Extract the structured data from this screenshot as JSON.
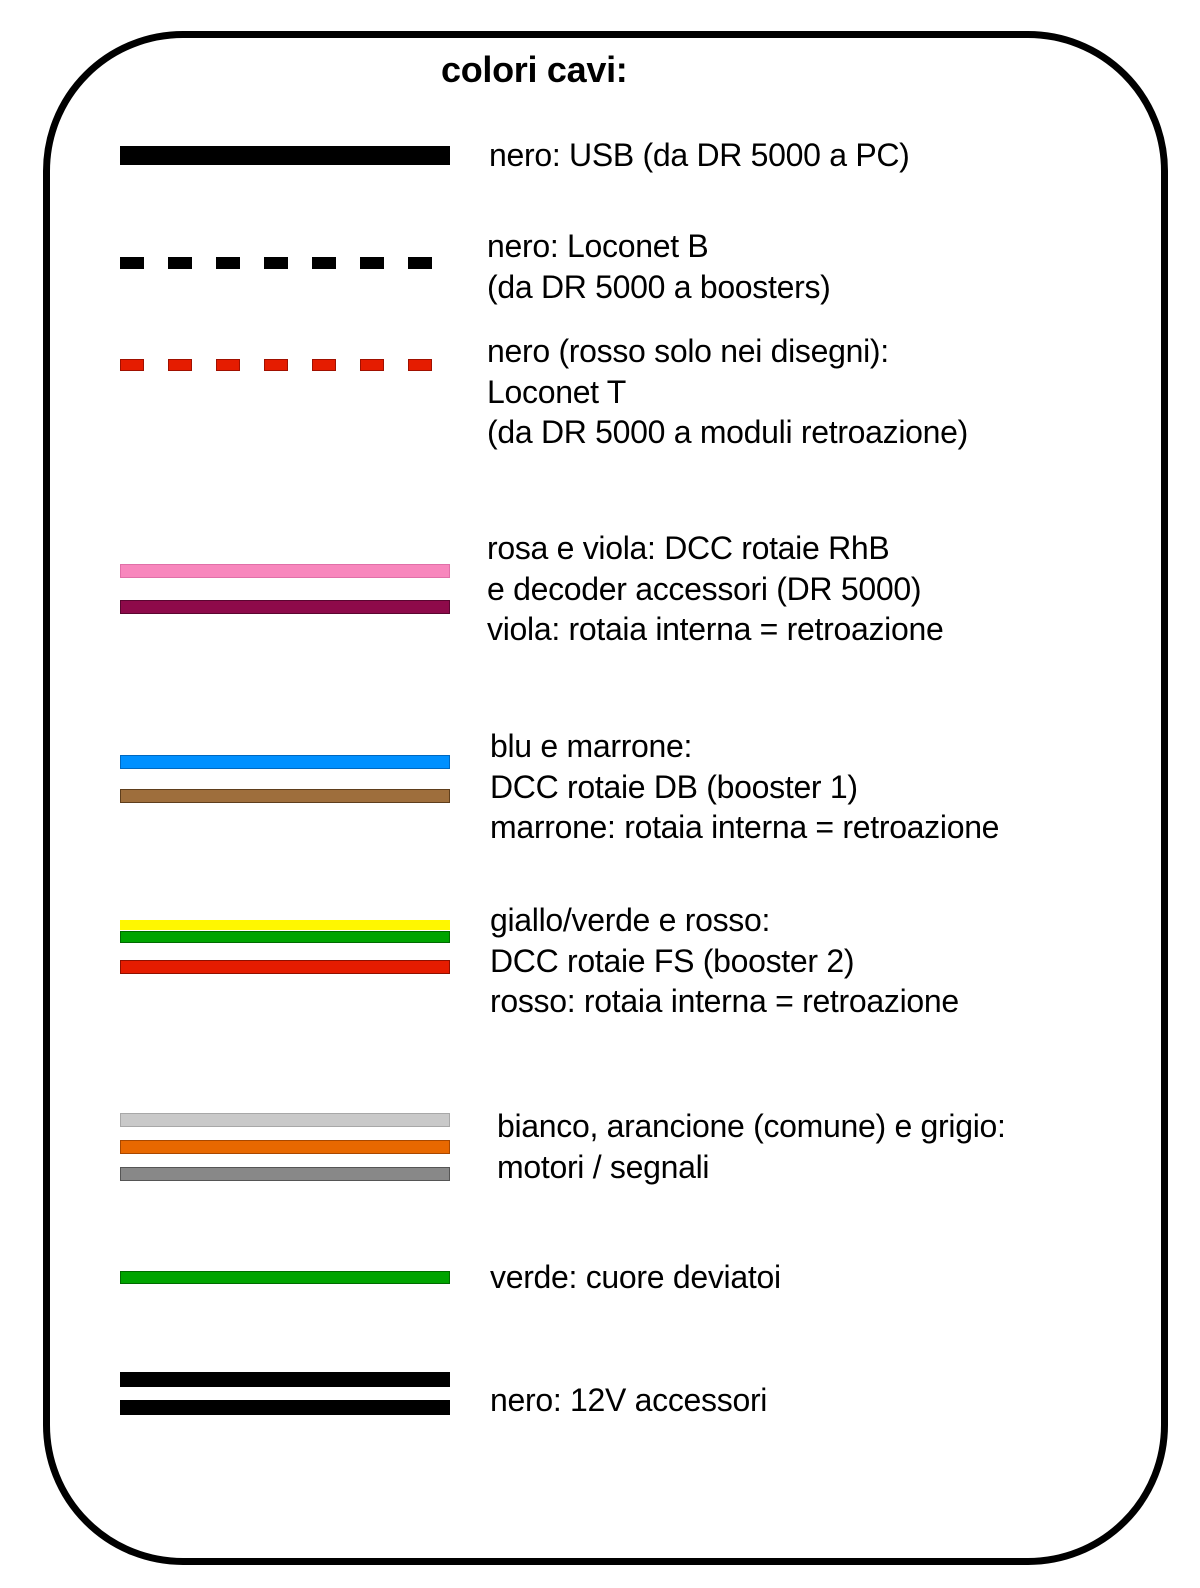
{
  "title": "colori cavi:",
  "legend": [
    {
      "id": "usb",
      "swatch": {
        "style": "solid",
        "colors": [
          "#000000"
        ]
      },
      "lines": [
        "nero: USB (da DR 5000 a PC)"
      ]
    },
    {
      "id": "loconet-b",
      "swatch": {
        "style": "dashed",
        "colors": [
          "#000000"
        ]
      },
      "lines": [
        "nero: Loconet B",
        "(da DR 5000 a boosters)"
      ]
    },
    {
      "id": "loconet-t",
      "swatch": {
        "style": "dashed",
        "colors": [
          "#e51c00"
        ]
      },
      "lines": [
        "nero (rosso solo nei disegni):",
        "Loconet T",
        "(da DR 5000 a moduli retroazione)"
      ]
    },
    {
      "id": "dcc-rhb",
      "swatch": {
        "style": "solid",
        "colors": [
          "#f887bd",
          "#8e0a4a"
        ]
      },
      "lines": [
        "rosa e viola: DCC rotaie RhB",
        "e decoder accessori (DR 5000)",
        "viola: rotaia interna = retroazione"
      ]
    },
    {
      "id": "dcc-db",
      "swatch": {
        "style": "solid",
        "colors": [
          "#0090ff",
          "#9e6e3c"
        ]
      },
      "lines": [
        "blu e marrone:",
        "DCC rotaie DB (booster 1)",
        "marrone: rotaia interna = retroazione"
      ]
    },
    {
      "id": "dcc-fs",
      "swatch": {
        "style": "solid",
        "colors": [
          "#fff700",
          "#00a400",
          "#e51c00"
        ]
      },
      "lines": [
        "giallo/verde e rosso:",
        "DCC rotaie FS (booster 2)",
        "rosso: rotaia interna = retroazione"
      ]
    },
    {
      "id": "motori-segnali",
      "swatch": {
        "style": "solid",
        "colors": [
          "#c9c9c9",
          "#e86800",
          "#888888"
        ]
      },
      "lines": [
        "bianco, arancione (comune) e grigio:",
        "motori / segnali"
      ]
    },
    {
      "id": "cuore-deviatoi",
      "swatch": {
        "style": "solid",
        "colors": [
          "#00a400"
        ]
      },
      "lines": [
        "verde: cuore deviatoi"
      ]
    },
    {
      "id": "12v-accessori",
      "swatch": {
        "style": "solid",
        "colors": [
          "#000000",
          "#000000"
        ]
      },
      "lines": [
        "nero: 12V accessori"
      ]
    }
  ]
}
